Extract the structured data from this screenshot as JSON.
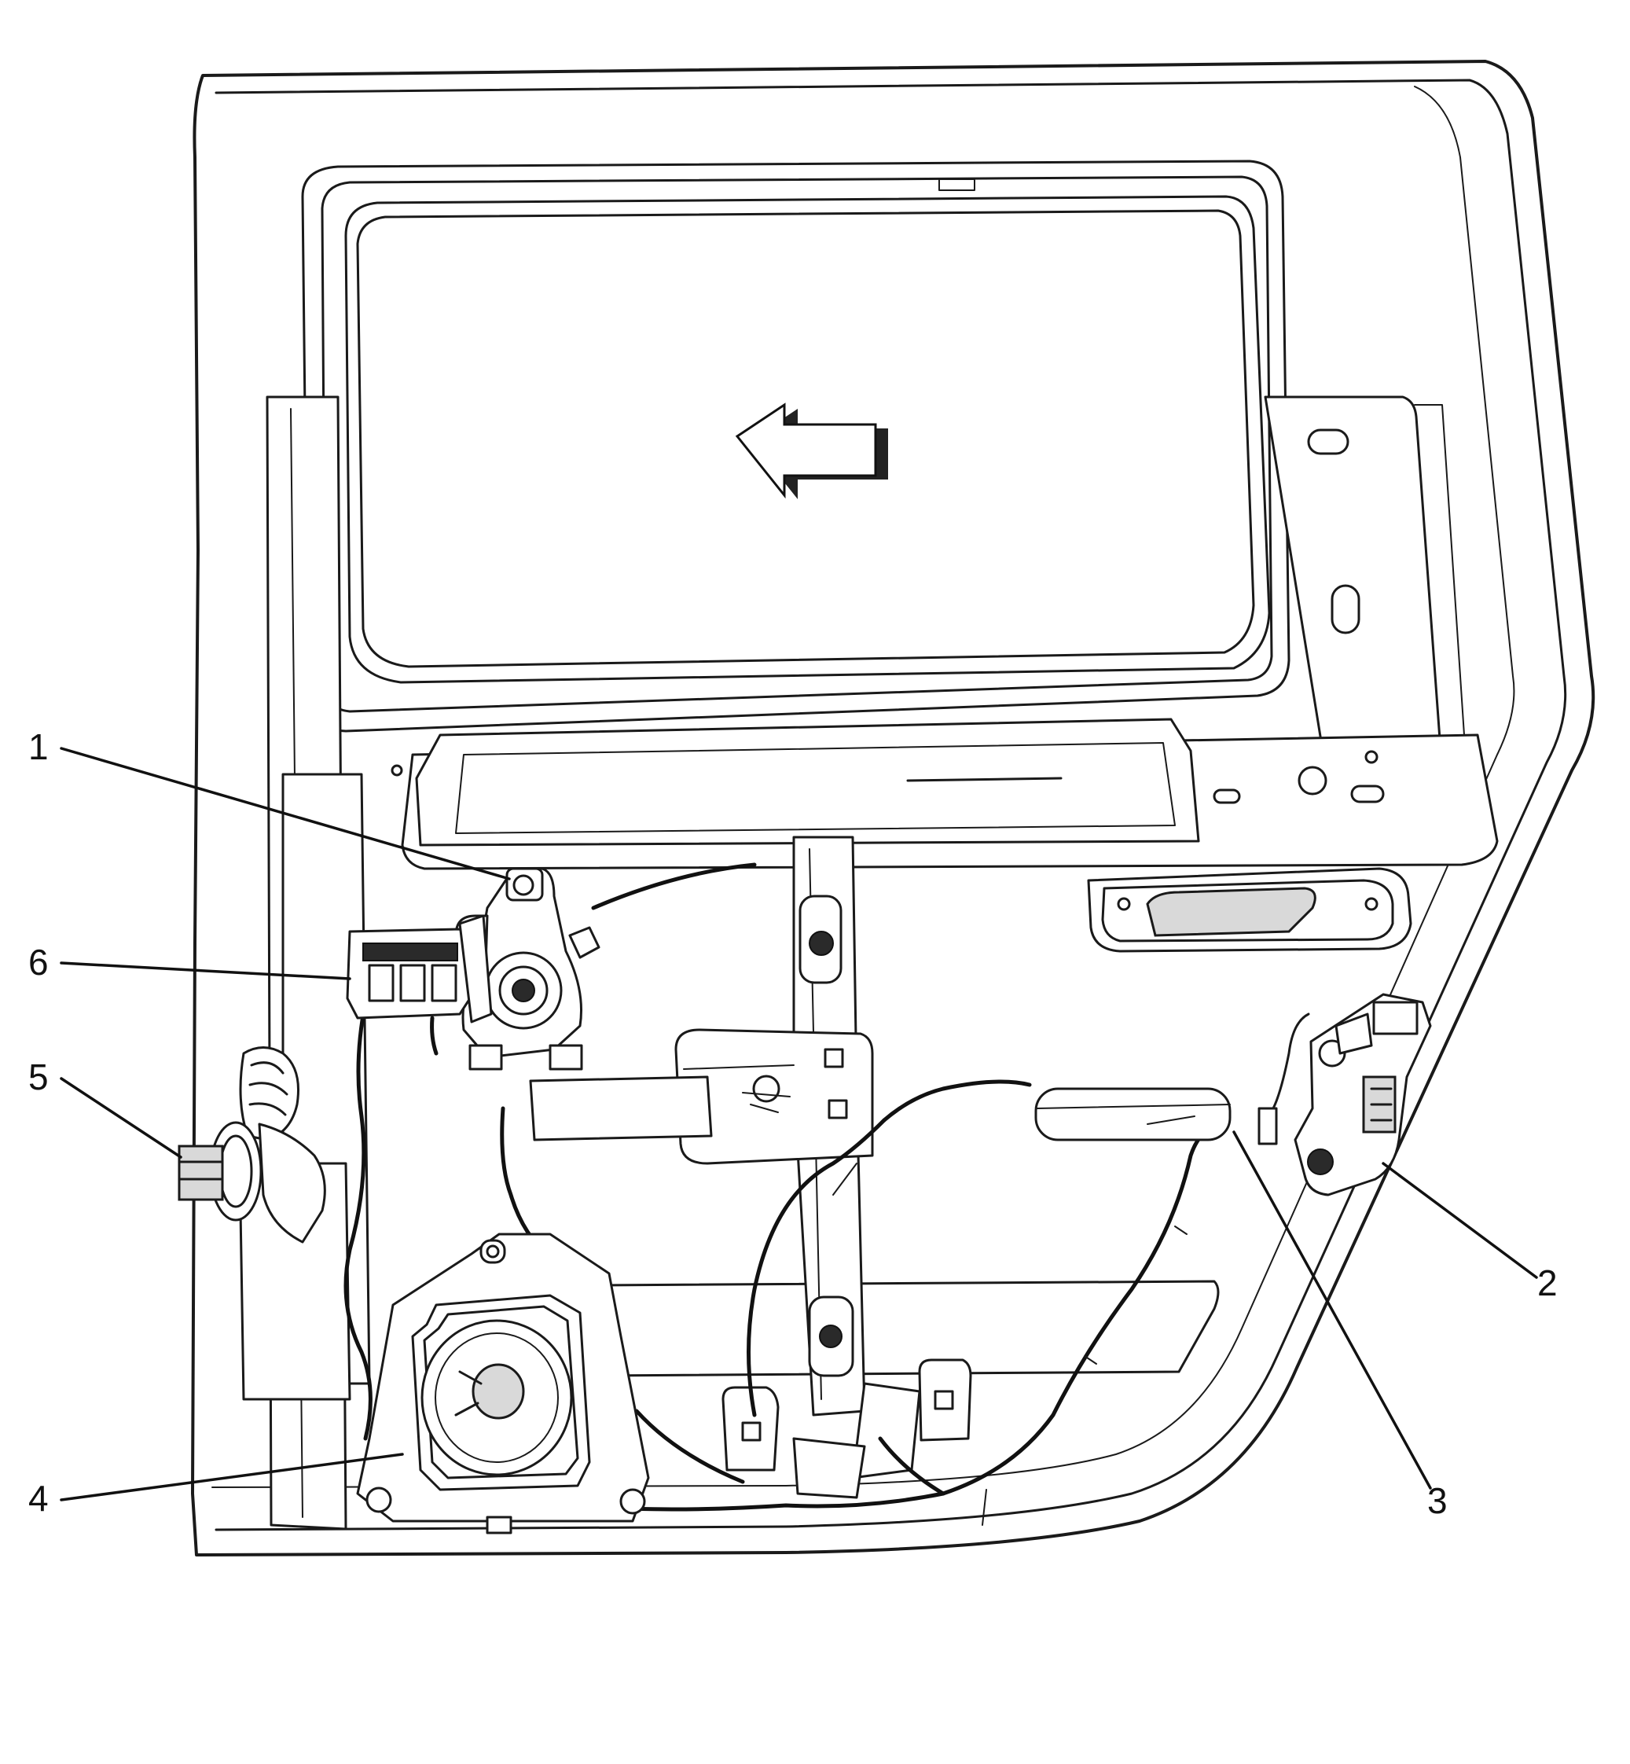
{
  "callouts": [
    {
      "id": "1",
      "label": "1"
    },
    {
      "id": "2",
      "label": "2"
    },
    {
      "id": "3",
      "label": "3"
    },
    {
      "id": "4",
      "label": "4"
    },
    {
      "id": "5",
      "label": "5"
    },
    {
      "id": "6",
      "label": "6"
    }
  ],
  "icons": {
    "direction_arrow": "forward-arrow-icon"
  },
  "colors": {
    "line": "#1a1a1a",
    "background": "#ffffff"
  }
}
